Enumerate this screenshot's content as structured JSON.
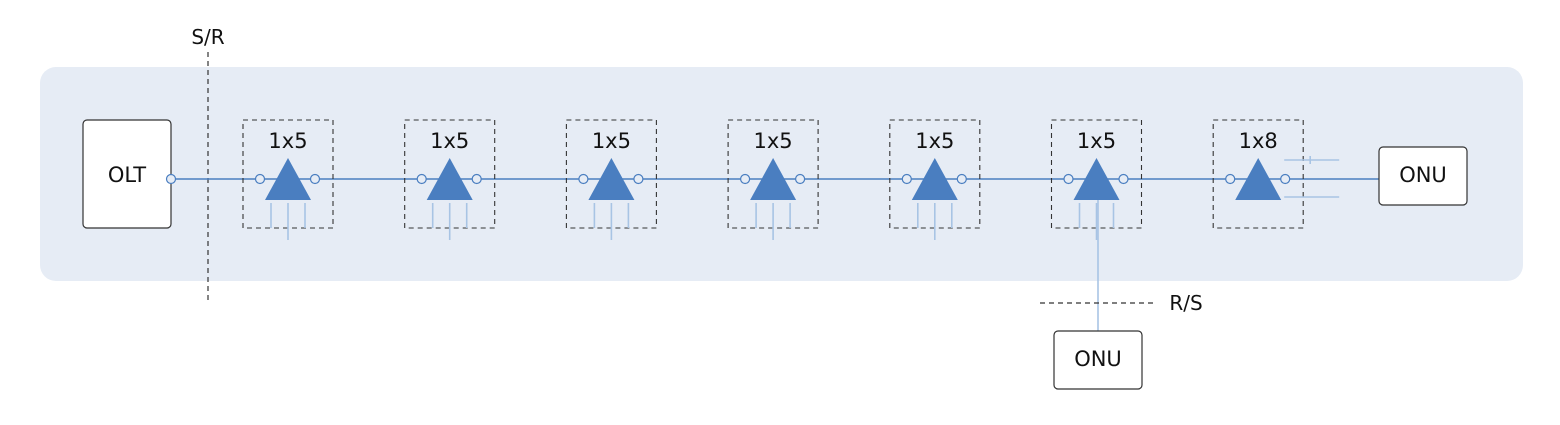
{
  "colors": {
    "panel": "#e6ecf5",
    "line": "#4a7ec0",
    "splitter": "#4a7ec0",
    "drop": "#a8c4e4",
    "box_border": "#333333",
    "dash": "#333333"
  },
  "olt": {
    "label": "OLT"
  },
  "reference_points": {
    "sr": "S/R",
    "rs": "R/S"
  },
  "splitters": [
    {
      "ratio": "1x5"
    },
    {
      "ratio": "1x5"
    },
    {
      "ratio": "1x5"
    },
    {
      "ratio": "1x5"
    },
    {
      "ratio": "1x5"
    },
    {
      "ratio": "1x5"
    },
    {
      "ratio": "1x8"
    }
  ],
  "onu_end": {
    "label": "ONU"
  },
  "onu_drop": {
    "label": "ONU"
  }
}
